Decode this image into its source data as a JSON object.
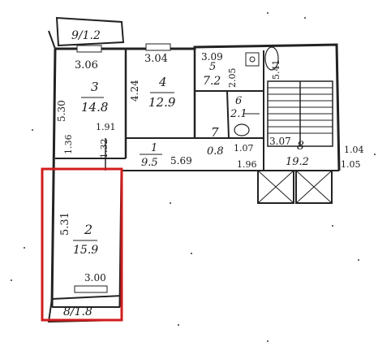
{
  "colors": {
    "ink": "#222222",
    "highlight": "#d01c1c",
    "paper": "#ffffff"
  },
  "balconies": [
    {
      "label": "9/1.2"
    },
    {
      "label": "8/1.8"
    }
  ],
  "rooms": [
    {
      "id": "3",
      "number": "3",
      "area": "14.8",
      "width": "3.06",
      "length": "5.30"
    },
    {
      "id": "4",
      "number": "4",
      "area": "12.9",
      "width": "3.04",
      "length": "4.24"
    },
    {
      "id": "5",
      "number": "5",
      "area": "7.2",
      "width": "3.09",
      "length": "2.05"
    },
    {
      "id": "6",
      "number": "6",
      "area": "2.1"
    },
    {
      "id": "7",
      "number": "7",
      "area": "0.8",
      "width": "1.07"
    },
    {
      "id": "1",
      "number": "1",
      "area": "9.5",
      "length": "5.69"
    },
    {
      "id": "8",
      "number": "8",
      "area": "19.2",
      "width": "3.07"
    },
    {
      "id": "2",
      "number": "2",
      "area": "15.9",
      "width": "3.00",
      "length": "5.31"
    }
  ],
  "dims": {
    "d1_91": "1.91",
    "d1_36": "1.36",
    "d1_32": "1.32",
    "d1_96": "1.96",
    "d5_41": "5.41",
    "d1_04": "1.04",
    "d1_05": "1.05"
  },
  "highlight": {
    "target_room": "2"
  }
}
